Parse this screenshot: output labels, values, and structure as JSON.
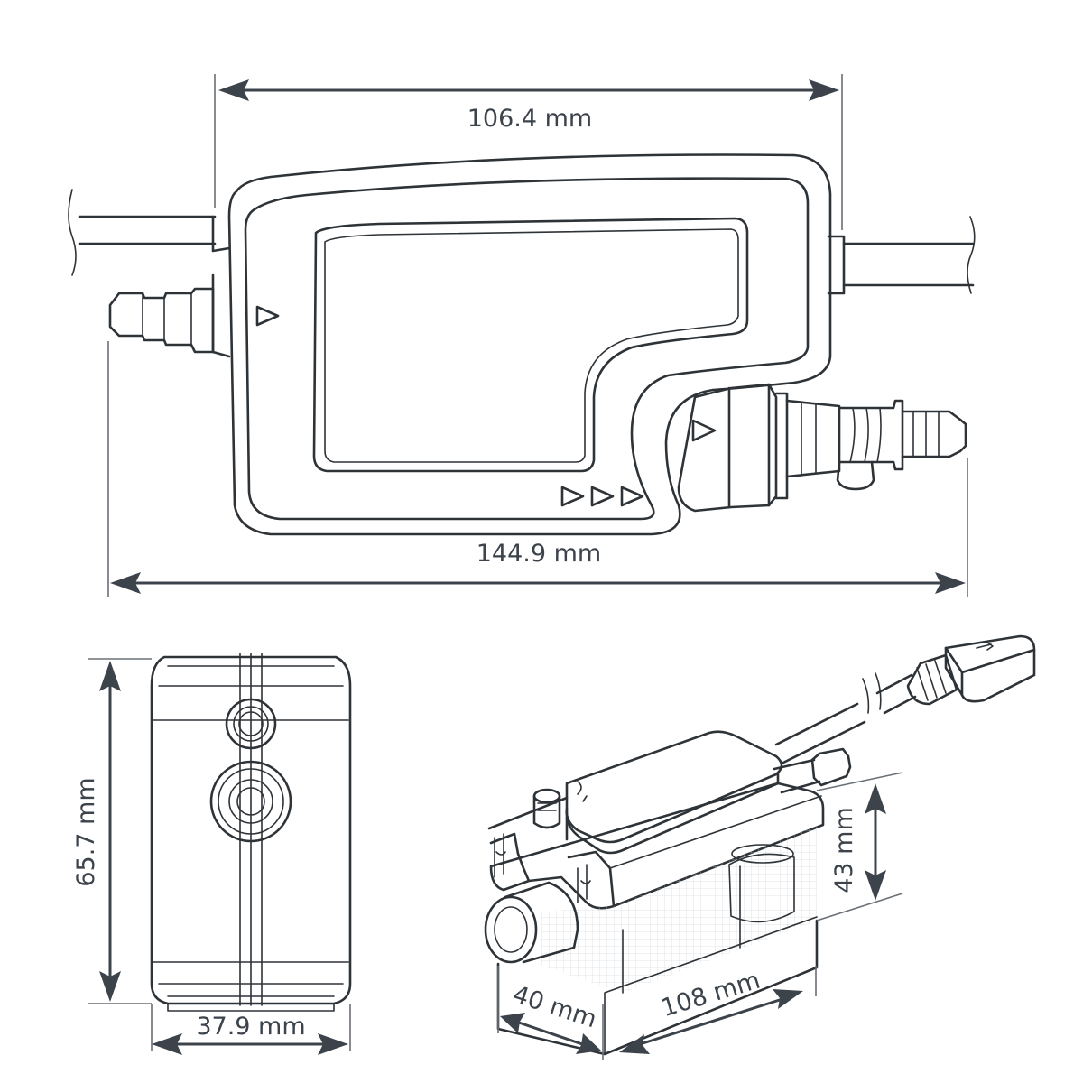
{
  "colors": {
    "line": "#2e3338",
    "dimension": "#3c434b",
    "background": "#ffffff"
  },
  "views": {
    "top_view": {
      "dimensions": {
        "width": "106.4 mm",
        "overall_length": "144.9 mm"
      }
    },
    "end_view": {
      "dimensions": {
        "height": "65.7 mm",
        "width": "37.9 mm"
      }
    },
    "iso_view": {
      "dimensions": {
        "depth": "40 mm",
        "length": "108 mm",
        "height": "43 mm"
      }
    }
  }
}
